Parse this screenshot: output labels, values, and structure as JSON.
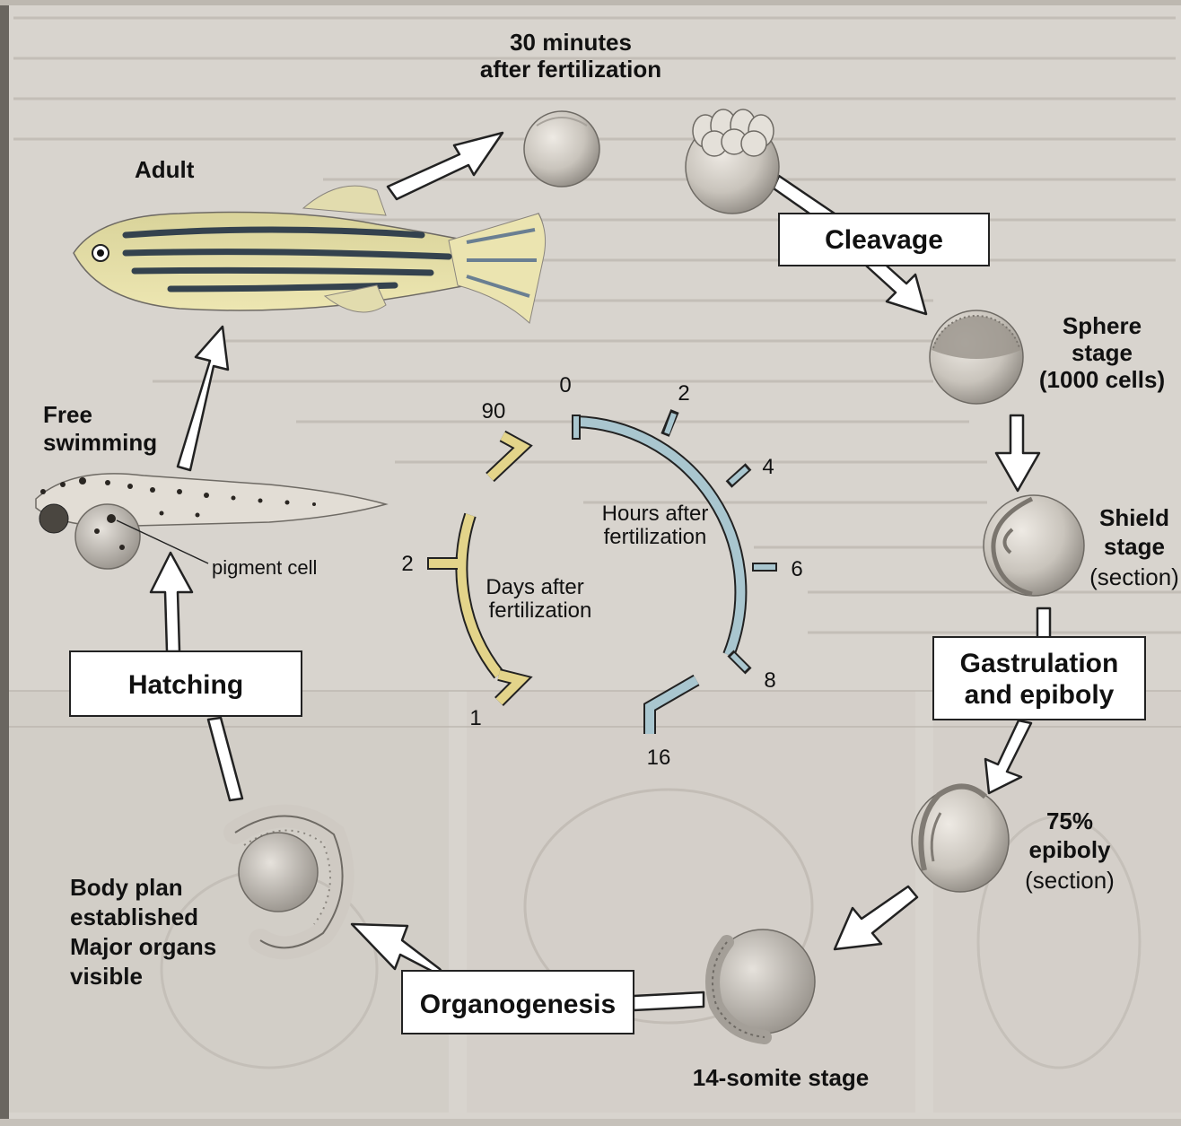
{
  "title": "",
  "stages": {
    "thirty_min": [
      "30 minutes",
      "after fertilization"
    ],
    "adult": "Adult",
    "sphere": [
      "Sphere",
      "stage",
      "(1000 cells)"
    ],
    "shield": [
      "Shield",
      "stage",
      "(section)"
    ],
    "epiboly75": [
      "75%",
      "epiboly",
      "(section)"
    ],
    "somite14": "14-somite stage",
    "body_plan": [
      "Body plan",
      "established",
      "Major organs",
      "visible"
    ],
    "free_swimming": [
      "Free",
      "swimming"
    ],
    "pigment_cell": "pigment cell"
  },
  "boxes": {
    "cleavage": "Cleavage",
    "gastrulation": [
      "Gastrulation",
      "and epiboly"
    ],
    "organogenesis": "Organogenesis",
    "hatching": "Hatching"
  },
  "timeline": {
    "hours_label": [
      "Hours after",
      "fertilization"
    ],
    "days_label": [
      "Days after",
      "fertilization"
    ],
    "hour_ticks": [
      "0",
      "2",
      "4",
      "6",
      "8",
      "16"
    ],
    "day_ticks": [
      "90",
      "2",
      "1"
    ],
    "hours_color": "#a9c6cf",
    "days_color": "#e3d48a"
  }
}
